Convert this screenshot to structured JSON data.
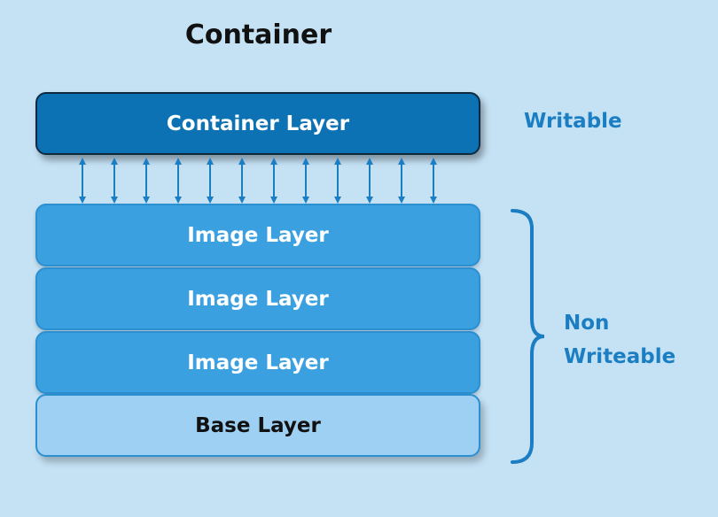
{
  "title": "Container",
  "container_layer": {
    "label": "Container Layer"
  },
  "image_layers": [
    {
      "label": "Image Layer"
    },
    {
      "label": "Image Layer"
    },
    {
      "label": "Image Layer"
    }
  ],
  "base_layer": {
    "label": "Base Layer"
  },
  "annotations": {
    "writable": "Writable",
    "non_writeable_line1": "Non",
    "non_writeable_line2": "Writeable"
  },
  "colors": {
    "background": "#c5e2f5",
    "container_layer": "#0c72b4",
    "image_layer": "#3aa0e0",
    "base_layer": "#9ed0f3",
    "accent_text": "#1c7ec2"
  },
  "connectors": {
    "arrow_count": 12,
    "style": "double-headed-arrow"
  }
}
